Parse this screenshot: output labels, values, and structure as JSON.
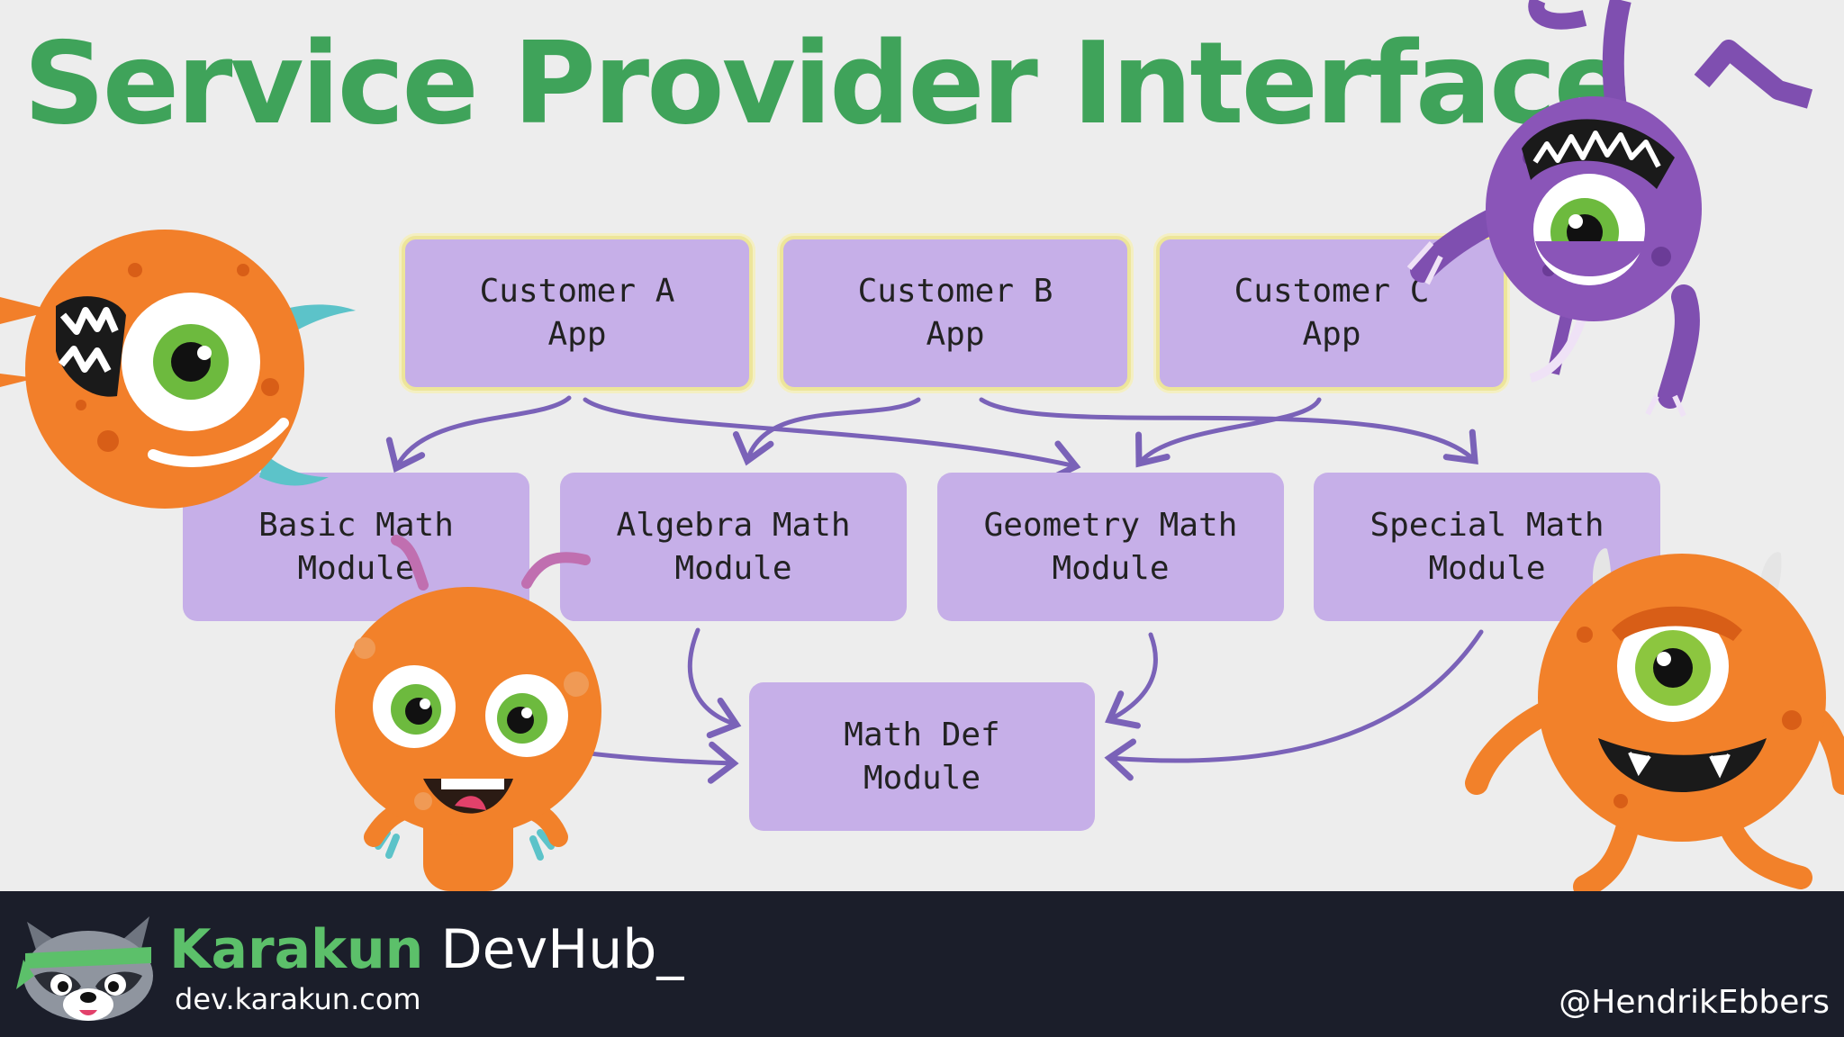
{
  "title": "Service Provider Interface",
  "diagram": {
    "customers": [
      {
        "id": "customer-a-app",
        "label": "Customer A\nApp"
      },
      {
        "id": "customer-b-app",
        "label": "Customer B\nApp"
      },
      {
        "id": "customer-c-app",
        "label": "Customer C\nApp"
      }
    ],
    "modules": [
      {
        "id": "basic-math-module",
        "label": "Basic Math\nModule"
      },
      {
        "id": "algebra-math-module",
        "label": "Algebra Math\nModule"
      },
      {
        "id": "geometry-math-module",
        "label": "Geometry Math\nModule"
      },
      {
        "id": "special-math-module",
        "label": "Special Math\nModule"
      }
    ],
    "core": {
      "id": "math-def-module",
      "label": "Math Def\nModule"
    },
    "edges": [
      {
        "from": "customer-a-app",
        "to": "basic-math-module"
      },
      {
        "from": "customer-a-app",
        "to": "geometry-math-module"
      },
      {
        "from": "customer-b-app",
        "to": "algebra-math-module"
      },
      {
        "from": "customer-b-app",
        "to": "special-math-module"
      },
      {
        "from": "customer-c-app",
        "to": "geometry-math-module"
      },
      {
        "from": "basic-math-module",
        "to": "math-def-module"
      },
      {
        "from": "algebra-math-module",
        "to": "math-def-module"
      },
      {
        "from": "geometry-math-module",
        "to": "math-def-module"
      },
      {
        "from": "special-math-module",
        "to": "math-def-module"
      }
    ],
    "colors": {
      "box": "#c6afe8",
      "customer_border": "#ede59a",
      "arrow": "#7a62b8",
      "title": "#3fa35a"
    }
  },
  "decorations": {
    "illustrations": [
      "orange-one-eyed-monster",
      "purple-hanging-monster",
      "orange-furry-monster",
      "orange-horned-monster",
      "raccoon-ninja-logo"
    ]
  },
  "footer": {
    "brand_bold": "Karakun",
    "brand_rest": " DevHub_",
    "url": "dev.karakun.com",
    "handle": "@HendrikEbbers",
    "background": "#1b1e2a",
    "brand_color": "#5cc06a"
  }
}
